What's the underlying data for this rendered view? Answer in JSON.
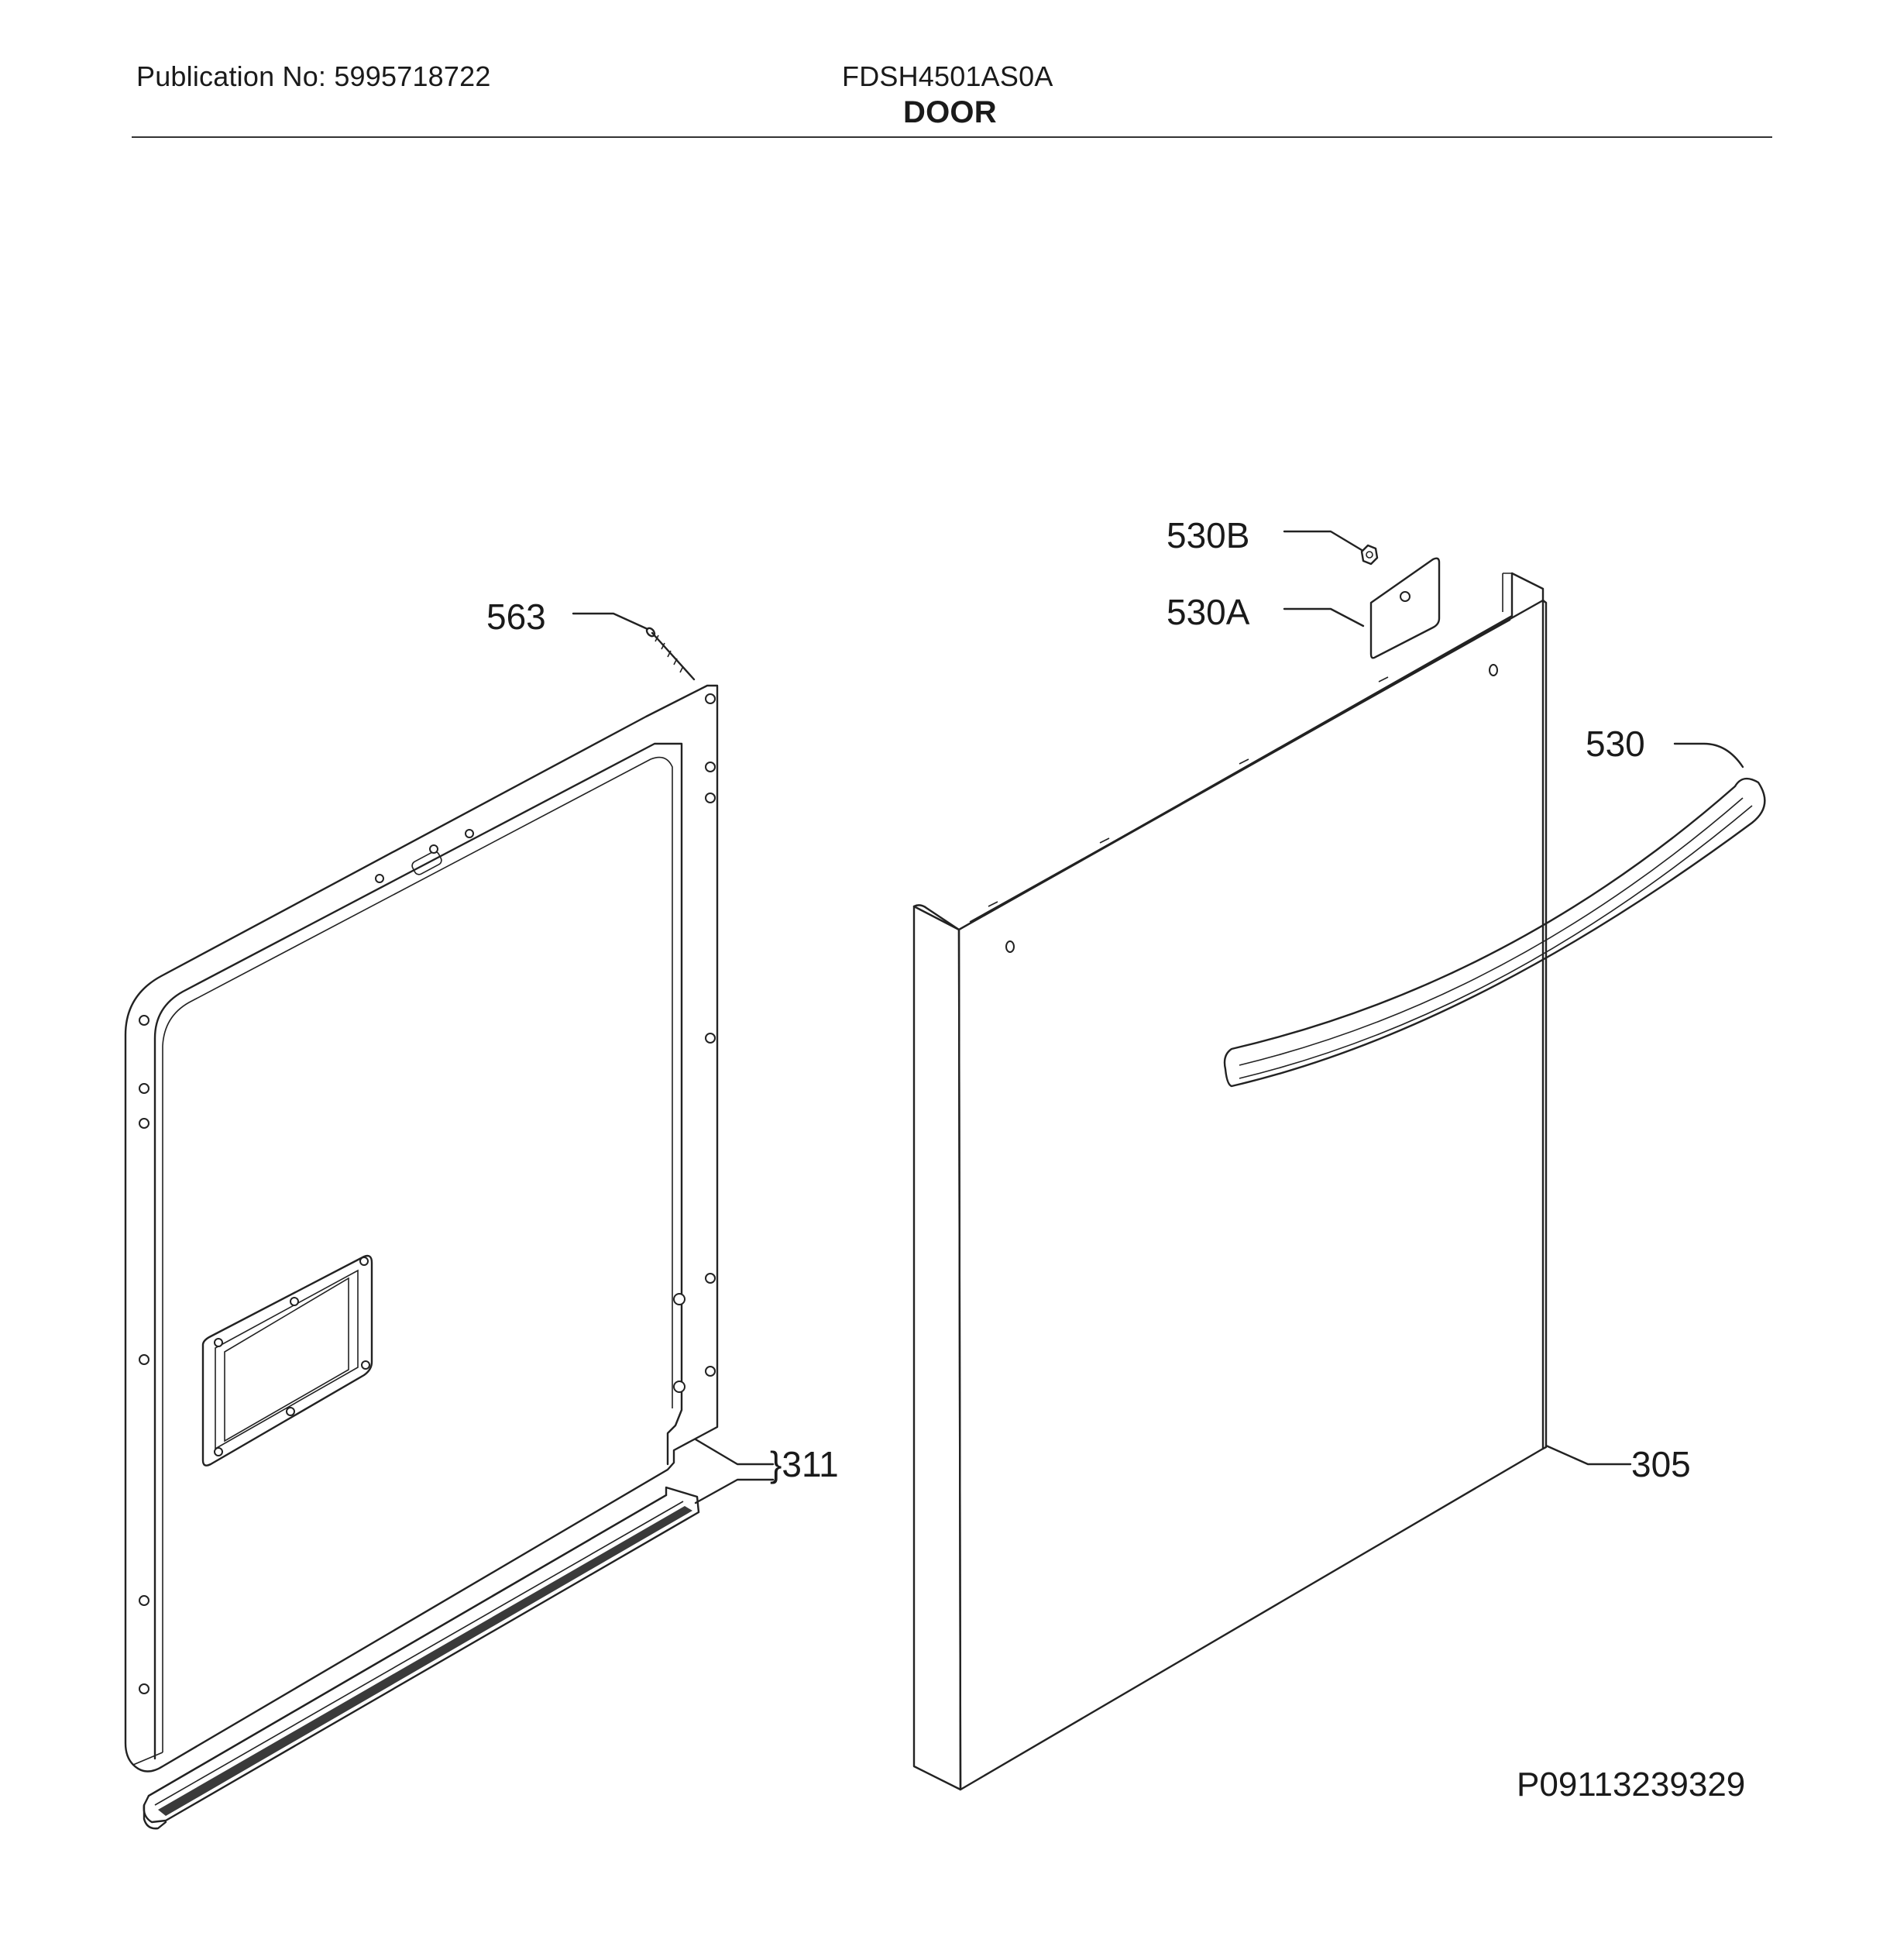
{
  "header": {
    "publication": "Publication No: 5995718722",
    "model": "FDSH4501AS0A",
    "title": "DOOR"
  },
  "callouts": {
    "screw": "563",
    "nut": "530B",
    "bracket": "530A",
    "handle": "530",
    "inner_door_group": "}311",
    "outer_panel": "305"
  },
  "figure_id": "P09113239329"
}
